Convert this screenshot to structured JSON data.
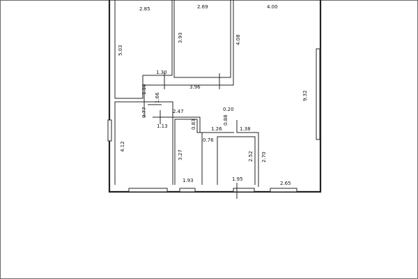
{
  "floor_plan": {
    "dimensions": {
      "room1_width": "2.85",
      "room1_height": "5.03",
      "room2_width": "2.69",
      "room2_height": "3.93",
      "room3_width": "4.00",
      "room3_height_left": "4.08",
      "room3_height_right": "9.32",
      "hall_top": "1.30",
      "hall_left": "1.10",
      "hall_width": "3.96",
      "hall_height": "1.66",
      "gap_left": "0.77",
      "step_width": "2.47",
      "step_left": "1.13",
      "corr_height": "0.83",
      "room4_height": "4.12",
      "room5_height": "3.27",
      "room5_width": "1.93",
      "step_small": "1.26",
      "step_lower": "0.76",
      "top_small": "0.20",
      "side_small": "0.88",
      "room6_width": "1.38",
      "room6_height": "2.52",
      "room6_bottom": "1.95",
      "room7_height": "2.70",
      "room7_bottom": "2.65"
    }
  }
}
